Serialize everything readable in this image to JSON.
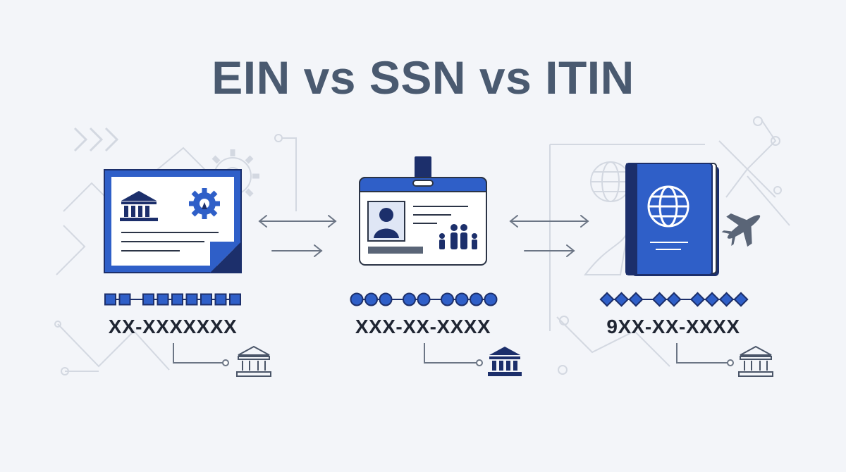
{
  "title": "EIN vs SSN vs ITIN",
  "colors": {
    "background": "#f3f5f9",
    "title": "#4a5a70",
    "brand_blue": "#2f5fc8",
    "navy": "#1c2f6b",
    "outline": "#2b3446",
    "muted_line": "#c9ced8",
    "arrow": "#6b7585"
  },
  "panels": [
    {
      "id": "ein",
      "illustration": "business-certificate-with-bank-and-gear",
      "digit_shape": "square",
      "digit_groups": [
        2,
        7
      ],
      "format": "XX-XXXXXXX",
      "footer_icon": "bank-icon"
    },
    {
      "id": "ssn",
      "illustration": "id-badge-with-person-and-family",
      "digit_shape": "circle",
      "digit_groups": [
        3,
        2,
        4
      ],
      "format": "XXX-XX-XXXX",
      "footer_icon": "bank-icon"
    },
    {
      "id": "itin",
      "illustration": "passport-with-globe-and-airplane",
      "digit_shape": "diamond",
      "digit_groups": [
        3,
        2,
        4
      ],
      "format": "9XX-XX-XXXX",
      "footer_icon": "bank-icon"
    }
  ]
}
